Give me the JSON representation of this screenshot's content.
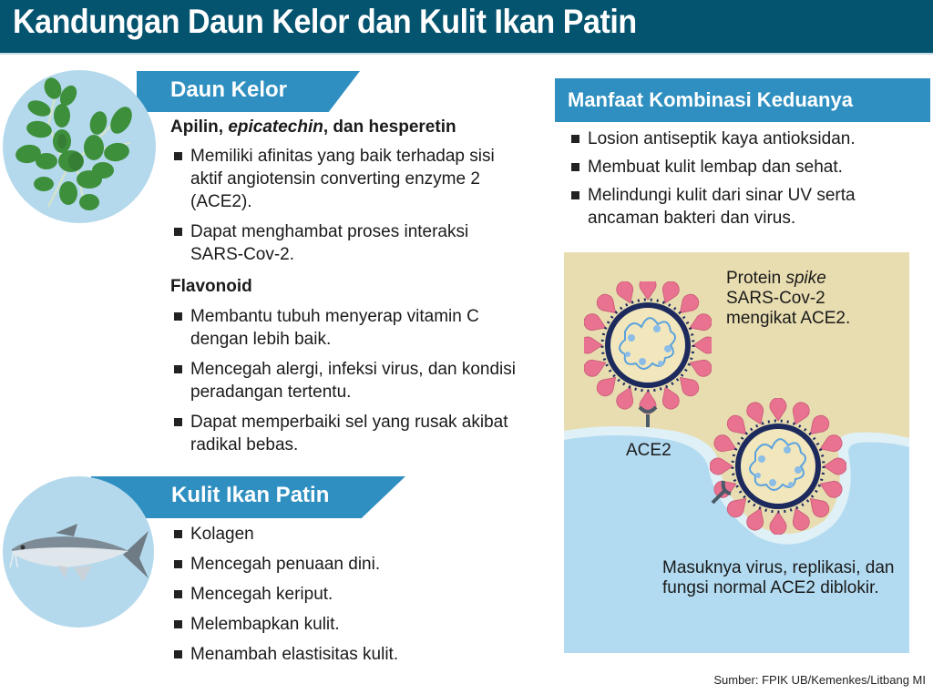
{
  "header": {
    "title": "Kandungan Daun Kelor dan Kulit Ikan Patin"
  },
  "colors": {
    "header_bg": "#04536f",
    "banner_blue": "#2e8fc0",
    "circle_bg": "#b4d9ec",
    "cell_bg": "#e8ddb0",
    "cell_inside_bg": "#b2dbf1",
    "spike_pink": "#e8728f",
    "virus_ring": "#1d2a5e",
    "rna_blue": "#5aa2dc"
  },
  "daun_kelor": {
    "title": "Daun Kelor",
    "illustration": "moringa-leaves",
    "groups": [
      {
        "heading_parts": [
          "Apilin, ",
          "epicatechin",
          ", dan hesperetin"
        ],
        "items": [
          "Memiliki afinitas yang baik terhadap sisi aktif angiotensin converting enzyme 2 (ACE2).",
          "Dapat menghambat proses interaksi SARS-Cov-2."
        ]
      },
      {
        "heading": "Flavonoid",
        "items": [
          "Membantu tubuh menyerap vitamin C dengan lebih baik.",
          "Mencegah alergi, infeksi virus, dan kondisi peradangan tertentu.",
          "Dapat memperbaiki sel yang rusak akibat radikal bebas."
        ]
      }
    ]
  },
  "kulit_ikan_patin": {
    "title": "Kulit Ikan Patin",
    "illustration": "patin-fish",
    "items": [
      "Kolagen",
      "Mencegah penuaan dini.",
      "Mencegah keriput.",
      "Melembapkan kulit.",
      "Menambah elastisitas kulit."
    ]
  },
  "manfaat": {
    "title": "Manfaat Kombinasi Keduanya",
    "items": [
      "Losion antiseptik kaya antioksidan.",
      "Membuat kulit lembap dan sehat.",
      "Melindungi kulit dari sinar UV serta ancaman bakteri dan virus."
    ]
  },
  "diagram": {
    "spike_label_parts": [
      "Protein ",
      "spike",
      "SARS-Cov-2",
      "mengikat ACE2."
    ],
    "receptor_label": "ACE2",
    "blocked_label": "Masuknya virus, replikasi, dan fungsi normal ACE2 diblokir."
  },
  "source": "Sumber: FPIK UB/Kemenkes/Litbang MI"
}
